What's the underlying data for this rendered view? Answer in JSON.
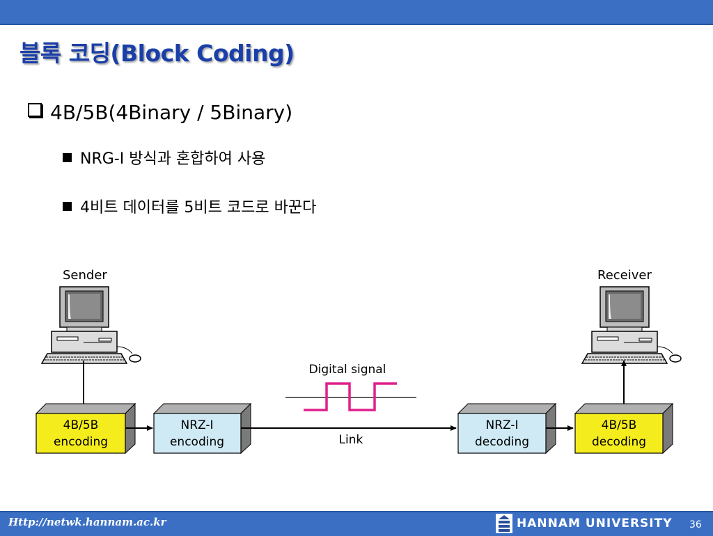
{
  "slide": {
    "title": "블록 코딩(Block Coding)",
    "bullet_main": "4B/5B(4Binary / 5Binary)",
    "sub_bullets": [
      "NRG-I 방식과 혼합하여 사용",
      "4비트 데이터를 5비트 코드로 바꾼다"
    ]
  },
  "diagram": {
    "sender_label": "Sender",
    "receiver_label": "Receiver",
    "signal_label": "Digital signal",
    "link_label": "Link",
    "boxes": {
      "enc_4b5b": [
        "4B/5B",
        "encoding"
      ],
      "enc_nrzi": [
        "NRZ-I",
        "encoding"
      ],
      "dec_nrzi": [
        "NRZ-I",
        "decoding"
      ],
      "dec_4b5b": [
        "4B/5B",
        "decoding"
      ]
    },
    "colors": {
      "yellow_box": "#f5ec1e",
      "blue_box": "#cfeaf5",
      "signal": "#e0208c"
    }
  },
  "footer": {
    "url": "Http://netwk.hannam.ac.kr",
    "university": "HANNAM  UNIVERSITY",
    "page": "36"
  }
}
